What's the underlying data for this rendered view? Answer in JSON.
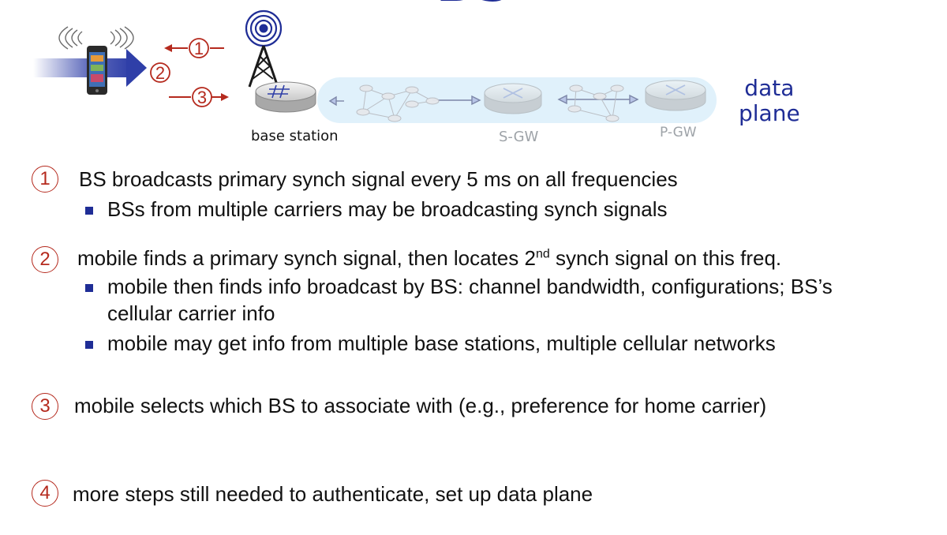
{
  "slide": {
    "title": "BS"
  },
  "diagram": {
    "callouts": [
      "1",
      "2",
      "3"
    ],
    "labels": {
      "base_station": "base station",
      "sgw": "S-GW",
      "pgw": "P-GW",
      "data_plane_line1": "data",
      "data_plane_line2": "plane"
    },
    "colors": {
      "arrow_red": "#b52a1e",
      "mobile_arrow_blue": "#2f3fa8",
      "plane_band": "#dbeefa"
    }
  },
  "steps": [
    {
      "number": "1",
      "text": "BS broadcasts primary synch signal every 5 ms on all frequencies",
      "bullets": [
        "BSs from multiple carriers may be broadcasting synch signals"
      ]
    },
    {
      "number": "2",
      "text_before": "mobile finds a primary synch signal, then locates 2",
      "text_sup": "nd",
      "text_after": " synch signal on this freq.",
      "bullets": [
        "mobile then finds info broadcast by BS: channel bandwidth, configurations; BS’s",
        "cellular carrier info",
        "mobile may get info from multiple base stations, multiple cellular networks"
      ]
    },
    {
      "number": "3",
      "text": "mobile selects which BS to associate with (e.g., preference for home carrier)"
    },
    {
      "number": "4",
      "text": "more steps still needed to authenticate, set up data plane"
    }
  ],
  "colors": {
    "number_circle": "#b52a1e",
    "bullet": "#1f2d96",
    "text": "#111111"
  }
}
